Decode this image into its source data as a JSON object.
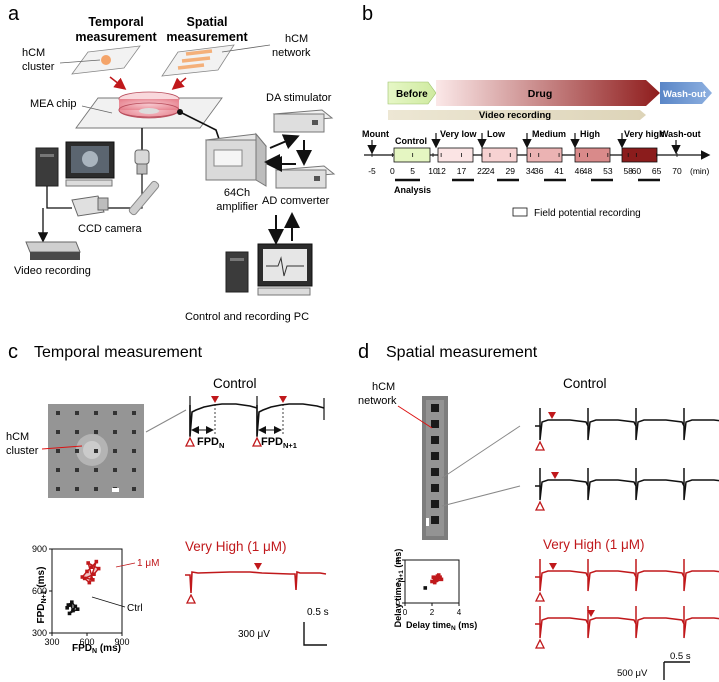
{
  "panels": {
    "a": "a",
    "b": "b",
    "c": "c",
    "d": "d"
  },
  "panel_a": {
    "temporal_line1": "Temporal",
    "temporal_line2": "measurement",
    "spatial_line1": "Spatial",
    "spatial_line2": "measurement",
    "hcm_cluster_1": "hCM",
    "hcm_cluster_2": "cluster",
    "hcm_network_1": "hCM",
    "hcm_network_2": "network",
    "mea_chip": "MEA chip",
    "da_stimulator": "DA stimulator",
    "amp_1": "64Ch",
    "amp_2": "amplifier",
    "ad_converter": "AD comverter",
    "ccd_camera": "CCD camera",
    "video_recording": "Video recording",
    "control_pc": "Control and recording PC"
  },
  "panel_b": {
    "phases": [
      "Before",
      "Drug",
      "Wash-out"
    ],
    "video_recording": "Video recording",
    "mount": "Mount",
    "conditions": [
      "Control",
      "Very low",
      "Low",
      "Medium",
      "High",
      "Very high",
      "Wash-out"
    ],
    "ticks": [
      "-5",
      "0",
      "5",
      "10",
      "12",
      "17",
      "22",
      "24",
      "29",
      "34",
      "36",
      "41",
      "46",
      "48",
      "53",
      "58",
      "60",
      "65",
      "70"
    ],
    "unit": "(min)",
    "analysis": "Analysis",
    "legend": "Field potential recording",
    "colors": {
      "control": "#e5f6c2",
      "very_low": "#fbe4e4",
      "low": "#f7d2d2",
      "medium": "#ebb3b3",
      "high": "#d98a8a",
      "very_high": "#8b1c1c"
    }
  },
  "panel_c": {
    "title": "Temporal measurement",
    "control": "Control",
    "hcm_1": "hCM",
    "hcm_2": "cluster",
    "fpd_n": "FPD",
    "fpd_n_sub": "N",
    "fpd_n1": "FPD",
    "fpd_n1_sub": "N+1",
    "very_high": "Very High (1 μM)",
    "scale_time": "0.5 s",
    "scale_volt": "300 μV",
    "scatter_ylabel": "FPD",
    "scatter_ylabel_sub": "N+1",
    "scatter_ylabel_unit": " (ms)",
    "scatter_xlabel": "FPD",
    "scatter_xlabel_sub": "N",
    "scatter_xlabel_unit": " (ms)",
    "label_1um": "1 μM",
    "label_ctrl": "Ctrl"
  },
  "panel_d": {
    "title": "Spatial measurement",
    "hcm_1": "hCM",
    "hcm_2": "network",
    "control": "Control",
    "very_high": "Very High (1 μM)",
    "scale_time": "0.5 s",
    "scale_volt": "500 μV",
    "scatter_ylabel": "Delay time",
    "scatter_ylabel_sub": "N+1",
    "scatter_ylabel_unit": " (ms)",
    "scatter_xlabel": "Delay time",
    "scatter_xlabel_sub": "N",
    "scatter_xlabel_unit": " (ms)"
  },
  "chart_data": [
    {
      "type": "scatter",
      "xlabel": "FPD N (ms)",
      "ylabel": "FPD N+1 (ms)",
      "xlim": [
        300,
        900
      ],
      "ylim": [
        300,
        900
      ],
      "xticks": [
        "300",
        "600",
        "900"
      ],
      "yticks": [
        "300",
        "600",
        "900"
      ],
      "series": [
        {
          "name": "1 μM",
          "color": "#c0181b",
          "points": [
            [
              560,
              700
            ],
            [
              600,
              740
            ],
            [
              640,
              770
            ],
            [
              680,
              810
            ],
            [
              620,
              660
            ],
            [
              580,
              690
            ],
            [
              660,
              720
            ],
            [
              700,
              760
            ],
            [
              610,
              800
            ],
            [
              650,
              680
            ]
          ]
        },
        {
          "name": "Ctrl",
          "color": "#111111",
          "points": [
            [
              430,
              480
            ],
            [
              460,
              500
            ],
            [
              480,
              460
            ],
            [
              500,
              490
            ],
            [
              450,
              440
            ],
            [
              520,
              470
            ],
            [
              470,
              520
            ],
            [
              440,
              500
            ]
          ]
        }
      ]
    },
    {
      "type": "scatter",
      "xlabel": "Delay time N (ms)",
      "ylabel": "Delay time N+1 (ms)",
      "xlim": [
        0,
        4
      ],
      "ylim": [
        0,
        4
      ],
      "xticks": [
        "0",
        "2",
        "4"
      ],
      "yticks": [
        "0",
        "2",
        "4"
      ],
      "series": [
        {
          "color": "#c0181b",
          "points": [
            [
              2.0,
              2.0
            ],
            [
              2.2,
              2.3
            ],
            [
              2.4,
              2.5
            ],
            [
              2.6,
              2.4
            ],
            [
              2.3,
              2.1
            ],
            [
              2.5,
              2.6
            ],
            [
              2.1,
              2.4
            ],
            [
              2.7,
              2.2
            ],
            [
              2.2,
              1.9
            ],
            [
              2.4,
              2.2
            ]
          ]
        },
        {
          "color": "#111111",
          "points": [
            [
              1.5,
              1.4
            ]
          ]
        }
      ]
    }
  ]
}
